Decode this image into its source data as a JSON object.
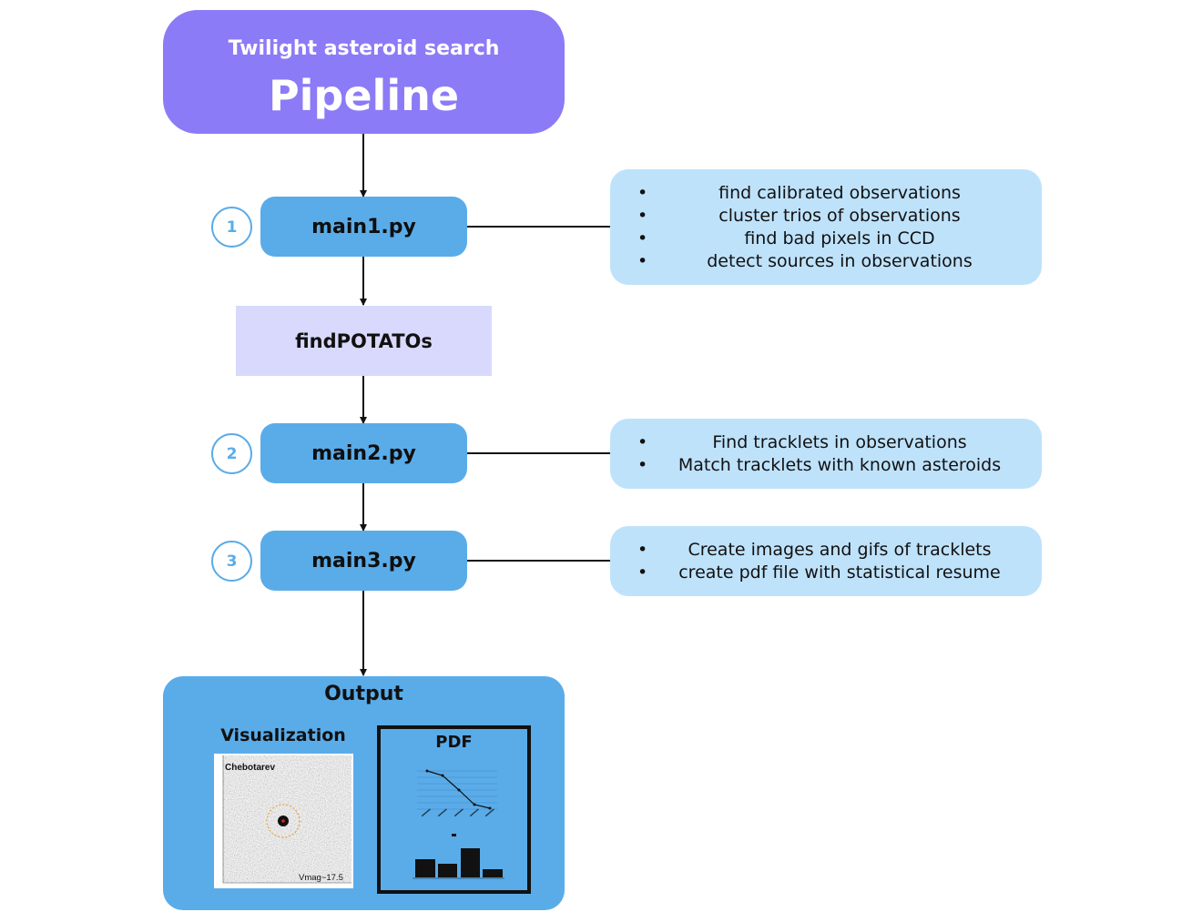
{
  "header": {
    "subtitle": "Twilight asteroid search",
    "title": "Pipeline"
  },
  "steps": [
    {
      "badge": "1",
      "label": "main1.py",
      "notes": [
        "find calibrated observations",
        "cluster trios of observations",
        "find bad pixels in CCD",
        "detect sources in observations"
      ]
    },
    {
      "badge": "2",
      "label": "main2.py",
      "notes": [
        "Find tracklets in observations",
        "Match tracklets with known asteroids"
      ]
    },
    {
      "badge": "3",
      "label": "main3.py",
      "notes": [
        "Create images and gifs of tracklets",
        "create pdf file with statistical resume"
      ]
    }
  ],
  "intermediate": {
    "label": "findPOTATOs"
  },
  "output": {
    "title": "Output",
    "visualization": {
      "label": "Visualization",
      "object_name": "Chebotarev",
      "magnitude": "Vmag~17.5"
    },
    "pdf": {
      "label": "PDF"
    }
  },
  "colors": {
    "header": "#8c7bf6",
    "step": "#5aace9",
    "note": "#bfe2fb",
    "intermediate": "#d8d9fd",
    "output": "#5aace9",
    "connector": "#111111"
  }
}
